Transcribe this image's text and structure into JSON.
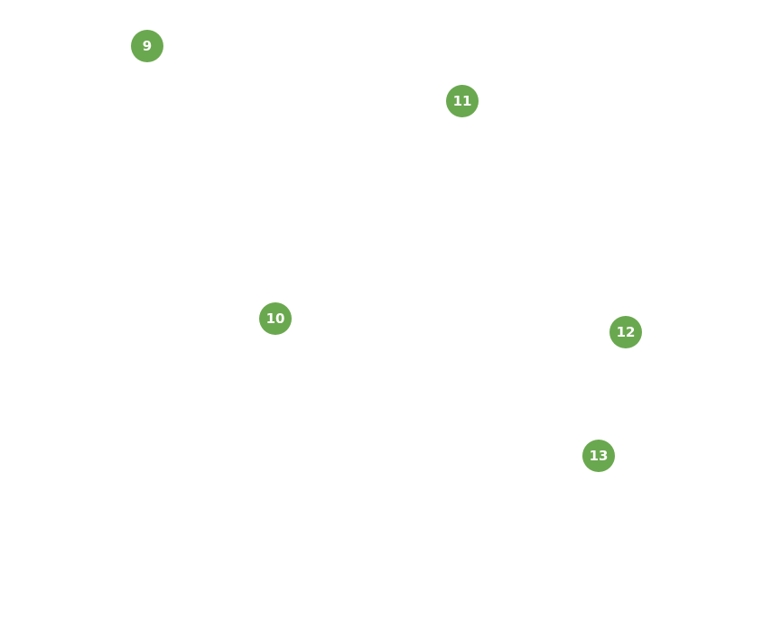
{
  "theme": {
    "background": "#ffffff",
    "marker_color": "#6aa84f",
    "marker_text_color": "#ffffff"
  },
  "markers": [
    {
      "label": "9"
    },
    {
      "label": "11"
    },
    {
      "label": "10"
    },
    {
      "label": "12"
    },
    {
      "label": "13"
    }
  ]
}
